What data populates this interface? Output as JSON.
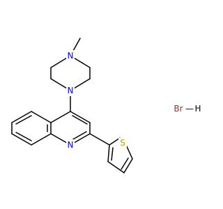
{
  "molecule": {
    "atoms": {
      "methyl_n": {
        "text": "N",
        "color": "#0000FF"
      },
      "aryl_n": {
        "text": "N",
        "color": "#0000FF"
      },
      "quinoline_n": {
        "text": "N",
        "color": "#0000FF"
      },
      "thiophene_s": {
        "text": "S",
        "color": "#B8A000"
      }
    },
    "salt": {
      "br": {
        "text": "Br",
        "color": "#A52A2A"
      },
      "bond": "—",
      "h": {
        "text": "H",
        "color": "#000000"
      }
    }
  }
}
